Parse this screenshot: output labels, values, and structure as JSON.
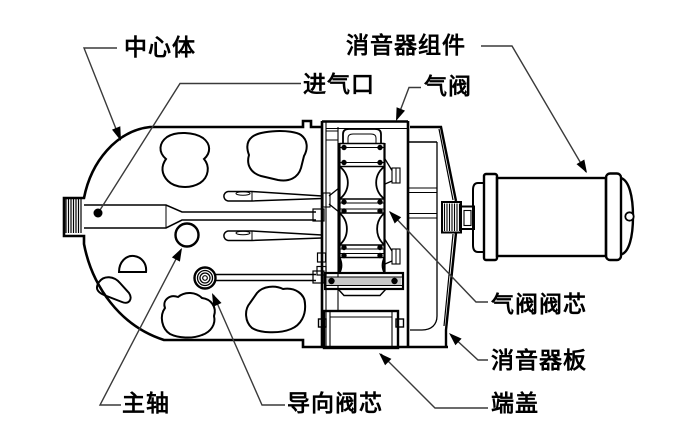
{
  "labels": {
    "center_body": "中心体",
    "air_inlet": "进气口",
    "muffler_assembly": "消音器组件",
    "air_valve": "气阀",
    "air_valve_core": "气阀阀芯",
    "muffler_plate": "消音器板",
    "end_cap": "端盖",
    "pilot_valve_core": "导向阀芯",
    "main_spindle": "主轴"
  },
  "colors": {
    "line": "#000000",
    "leader": "#3a3a3a",
    "background": "#ffffff",
    "gasket_fill": "#c8c8c8"
  }
}
